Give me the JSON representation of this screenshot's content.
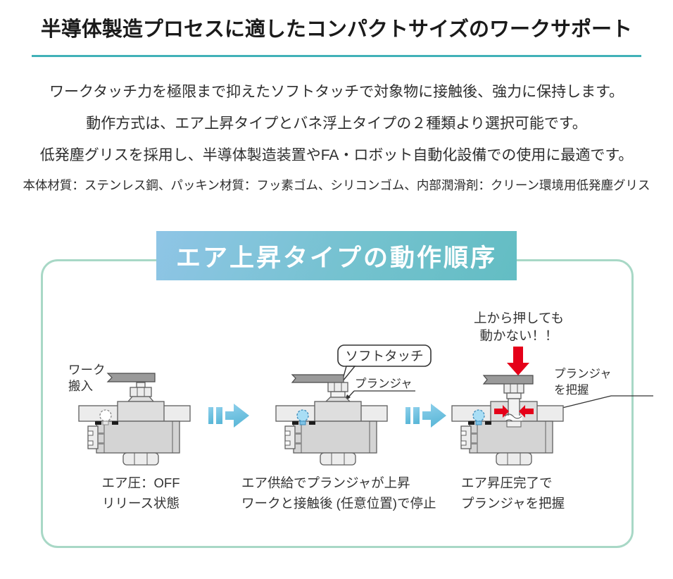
{
  "header": {
    "title": "半導体製造プロセスに適したコンパクトサイズのワークサポート"
  },
  "intro": {
    "line1": "ワークタッチ力を極限まで抑えたソフトタッチで対象物に接触後、強力に保持します。",
    "line2": "動作方式は、エア上昇タイプとバネ浮上タイプの２種類より選択可能です。",
    "line3": "低発塵グリスを採用し、半導体製造装置やFA・ロボット自動化設備での使用に最適です。",
    "line4": "本体材質：ステンレス鋼、パッキン材質：フッ素ゴム、シリコンゴム、内部潤滑剤：クリーン環境用低発塵グリス"
  },
  "diagram_section": {
    "banner_title": "エア上昇タイプの動作順序",
    "step1": {
      "label_line1": "ワーク",
      "label_line2": "搬入",
      "caption_line1": "エア圧：OFF",
      "caption_line2": "リリース状態"
    },
    "step2": {
      "callout": "ソフトタッチ",
      "label_plunger": "プランジャ",
      "caption_line1": "エア供給でプランジャが上昇",
      "caption_line2": "ワークと接触後 (任意位置)で停止"
    },
    "step3": {
      "note_line1": "上から押しても",
      "note_line2": "動かない！！",
      "label_line1": "プランジャ",
      "label_line2": "を把握",
      "caption_line1": "エア昇圧完了で",
      "caption_line2": "プランジャを把握"
    },
    "colors": {
      "accent_teal": "#41b1b8",
      "box_border": "#a8d8c6",
      "banner_gradient_start": "#8fc5e6",
      "banner_gradient_end": "#63bdc3",
      "arrow_blue": "#7ec8e8",
      "alert_red": "#e50019",
      "valve_blue": "#a9def5"
    }
  }
}
